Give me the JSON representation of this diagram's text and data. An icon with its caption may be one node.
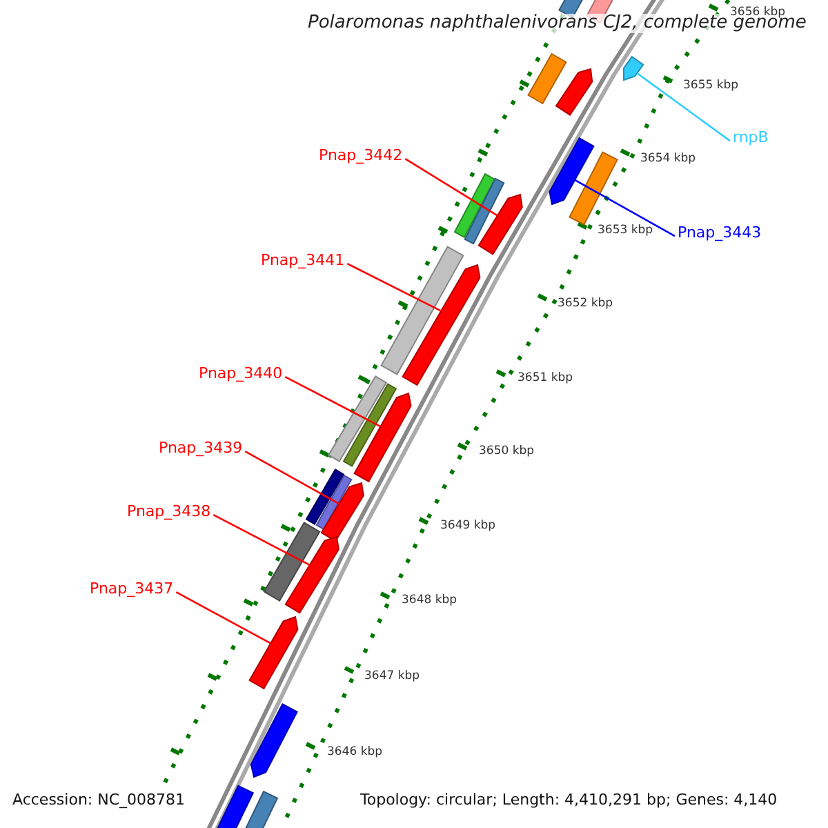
{
  "diagram": {
    "title": "Polaromonas naphthalenivorans CJ2, complete genome",
    "nodes": [
      {
        "text": [
          "rnpB"
        ]
      },
      {
        "text": [
          "Pnap_3442"
        ]
      },
      {
        "text": [
          "Pnap_3443"
        ]
      },
      {
        "text": [
          "Pnap_3441"
        ]
      },
      {
        "text": [
          "Pnap_3440"
        ]
      },
      {
        "text": [
          "Pnap_3439"
        ]
      },
      {
        "text": [
          "Pnap_3438"
        ]
      },
      {
        "text": [
          "Pnap_3437"
        ]
      },
      {
        "text": [],
        "shape": "box"
      },
      {
        "text": [],
        "shape": "bar"
      },
      {
        "text": [],
        "shape": "box"
      },
      {
        "text": [],
        "shape": "bar"
      },
      {
        "text": [],
        "shape": "bar"
      },
      {
        "text": [],
        "shape": "bar"
      },
      {
        "text": [],
        "shape": "box"
      },
      {
        "text": [],
        "shape": "box"
      },
      {
        "text": [],
        "shape": "box"
      },
      {
        "text": [],
        "shape": "bar"
      },
      {
        "text": [],
        "shape": "box"
      },
      {
        "text": [],
        "shape": "bar"
      },
      {
        "text": [],
        "shape": "box"
      },
      {
        "text": [],
        "shape": "box"
      },
      {
        "text": [],
        "shape": "bar"
      },
      {
        "text": [],
        "shape": "box"
      },
      {
        "text": [],
        "shape": "box"
      },
      {
        "text": [],
        "shape": "bar"
      },
      {
        "text": [],
        "shape": "box"
      },
      {
        "text": [],
        "shape": "bar"
      },
      {
        "text": [],
        "shape": "bar"
      },
      {
        "text": [],
        "shape": "bar"
      },
      {
        "text": [],
        "shape": "box"
      },
      {
        "text": [],
        "shape": "box"
      }
    ],
    "edges": [
      {
        "from": 0,
        "to": 12,
        "arrow": "none",
        "color": "#33ccff"
      },
      {
        "from": 1,
        "to": 17,
        "arrow": "none"
      },
      {
        "from": 2,
        "to": 13,
        "arrow": "none",
        "color": "#0000ff"
      },
      {
        "from": 3,
        "to": 19,
        "arrow": "none"
      },
      {
        "from": 4,
        "to": 22,
        "arrow": "none"
      },
      {
        "from": 5,
        "to": 25,
        "arrow": "none"
      },
      {
        "from": 6,
        "to": 27,
        "arrow": "none"
      },
      {
        "from": 7,
        "to": 28,
        "arrow": "none"
      }
    ],
    "labels": [
      "3656 kbp",
      "3655 kbp",
      "3654 kbp",
      "3653 kbp",
      "3652 kbp",
      "3651 kbp",
      "3650 kbp",
      "3649 kbp",
      "3648 kbp",
      "3647 kbp",
      "3646 kbp",
      "Accession: NC_008781",
      "Topology: circular; Length: 4,410,291 bp; Genes: 4,140"
    ]
  }
}
